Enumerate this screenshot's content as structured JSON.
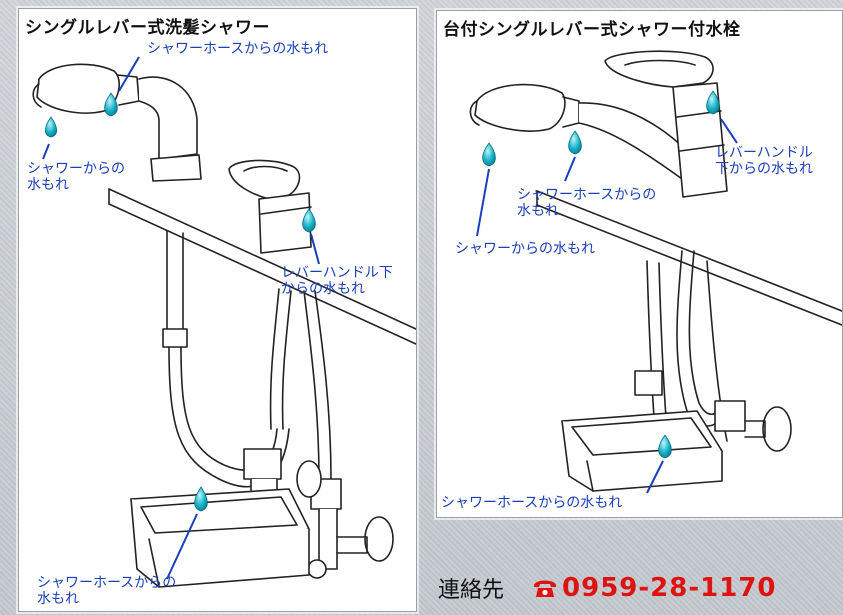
{
  "left_panel": {
    "title": "シングルレバー式洗髪シャワー",
    "labels": {
      "hose_top": "シャワーホースからの水もれ",
      "shower": "シャワーからの\n水もれ",
      "lever": "レバーハンドル下\nからの水もれ",
      "hose_bottom": "シャワーホースからの\n水もれ"
    }
  },
  "right_panel": {
    "title": "台付シングルレバー式シャワー付水栓",
    "labels": {
      "lever": "レバーハンドル\n下からの水もれ",
      "hose_top": "シャワーホースからの\n水もれ",
      "shower": "シャワーからの水もれ",
      "hose_bottom": "シャワーホースからの水もれ"
    }
  },
  "contact": {
    "label": "連絡先",
    "phone_icon": "telephone-icon",
    "phone": "0959-28-1170"
  },
  "colors": {
    "callout_blue": "#1a3fb8",
    "droplet": "#19b3c9",
    "phone_red": "#e0120f"
  }
}
